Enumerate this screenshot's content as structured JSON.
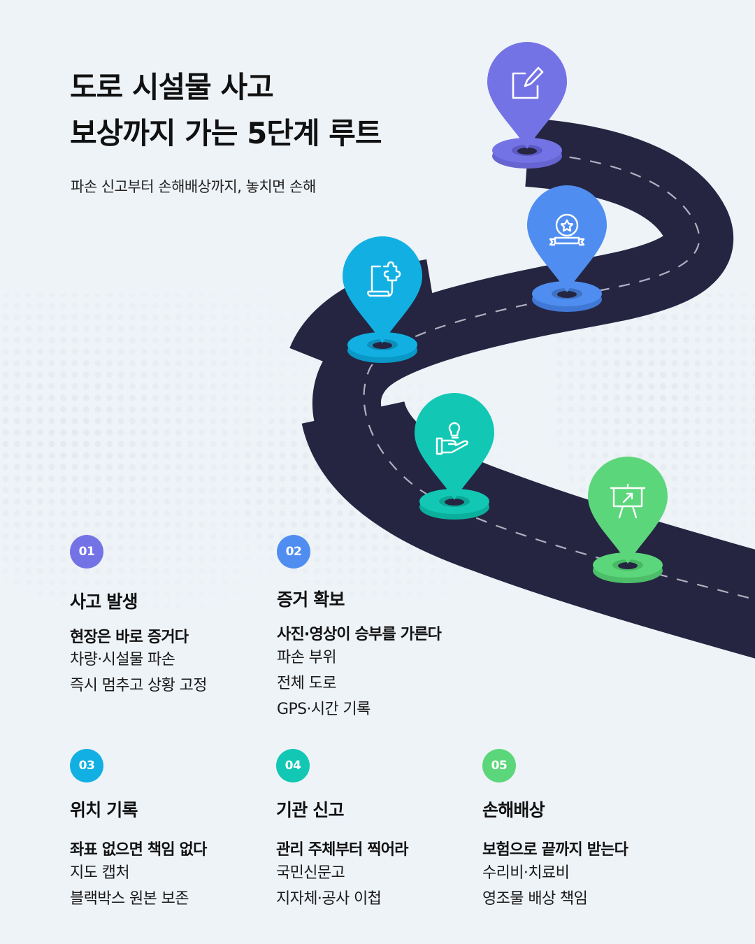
{
  "header": {
    "title_line1": "도로 시설물 사고",
    "title_line2": "보상까지 가는 5단계 루트",
    "subtitle": "파손 신고부터 손해배상까지, 놓치면 손해"
  },
  "colors": {
    "background": "#eef3f8",
    "road": "#252542",
    "road_dash": "#c9c9d6",
    "step1": "#7473e6",
    "step2": "#4f8ef0",
    "step3": "#12b0e2",
    "step4": "#12c8b4",
    "step5": "#5cd67a"
  },
  "pins": [
    {
      "step": "01",
      "icon": "edit-pencil-icon"
    },
    {
      "step": "02",
      "icon": "award-badge-icon"
    },
    {
      "step": "03",
      "icon": "document-puzzle-icon"
    },
    {
      "step": "04",
      "icon": "hand-lightbulb-icon"
    },
    {
      "step": "05",
      "icon": "presentation-board-icon"
    }
  ],
  "steps": [
    {
      "number": "01",
      "title": "사고 발생",
      "headline": "현장은 바로 증거다",
      "lines": [
        "차량·시설물 파손",
        "즉시 멈추고 상황 고정"
      ]
    },
    {
      "number": "02",
      "title": "증거 확보",
      "headline": "사진·영상이 승부를 가른다",
      "lines": [
        "파손 부위",
        "전체 도로",
        "GPS·시간 기록"
      ]
    },
    {
      "number": "03",
      "title": "위치 기록",
      "headline": "좌표 없으면 책임 없다",
      "lines": [
        "지도 캡처",
        "블랙박스 원본 보존"
      ]
    },
    {
      "number": "04",
      "title": "기관 신고",
      "headline": "관리 주체부터 찍어라",
      "lines": [
        "국민신문고",
        "지자체·공사 이첩"
      ]
    },
    {
      "number": "05",
      "title": "손해배상",
      "headline": "보험으로 끝까지 받는다",
      "lines": [
        "수리비·치료비",
        "영조물 배상 책임"
      ]
    }
  ]
}
